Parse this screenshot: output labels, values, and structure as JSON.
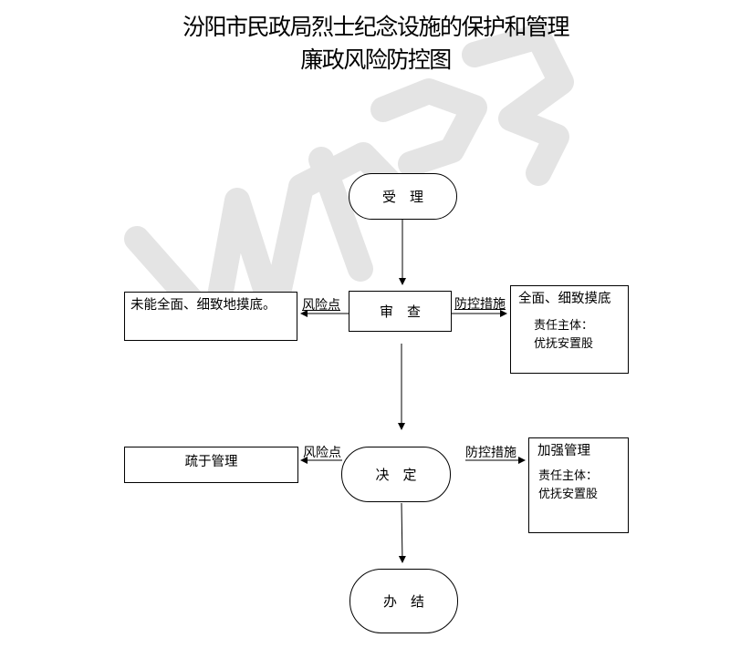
{
  "title": {
    "line1": "汾阳市民政局烈士纪念设施的保护和管理",
    "line2": "廉政风险防控图"
  },
  "nodes": {
    "accept": "受　理",
    "review": "审　查",
    "decide": "决　定",
    "finish": "办　结"
  },
  "risks": {
    "review_risk": "未能全面、细致地摸底。",
    "decide_risk": "疏于管理"
  },
  "measures": {
    "review_measure": "全面、细致摸底",
    "review_owner_label": "责任主体：",
    "review_owner": "优抚安置股",
    "decide_measure": "加强管理",
    "decide_owner_label": "责任主体：",
    "decide_owner": "优抚安置股"
  },
  "edge_labels": {
    "risk_point": "风险点",
    "control_measure": "防控措施"
  },
  "watermark": {
    "icon": "wps-logo-watermark",
    "color": "#e6e6e6"
  }
}
